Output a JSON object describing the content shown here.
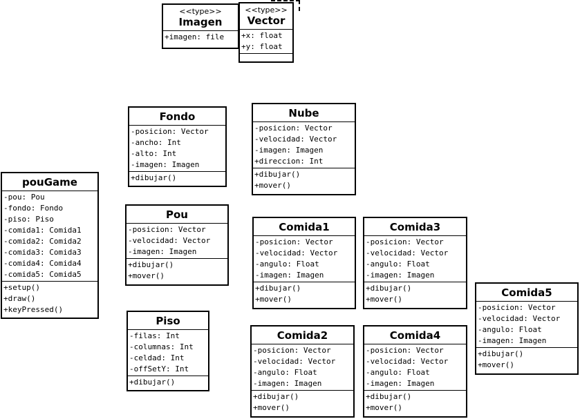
{
  "diagram": {
    "classes": {
      "imagen": {
        "stereotype": "<<type>>",
        "name": "Imagen",
        "attributes": [
          "+imagen: file"
        ],
        "methods": []
      },
      "vector": {
        "stereotype": "<<type>>",
        "name": "Vector",
        "attributes": [
          "+x: float",
          "+y: float"
        ],
        "methods": []
      },
      "fondo": {
        "name": "Fondo",
        "attributes": [
          "-posicion: Vector",
          "-ancho: Int",
          "-alto: Int",
          "-imagen: Imagen"
        ],
        "methods": [
          "+dibujar()"
        ]
      },
      "nube": {
        "name": "Nube",
        "attributes": [
          "-posicion: Vector",
          "-velocidad: Vector",
          "-imagen: Imagen",
          "+direccion: Int"
        ],
        "methods": [
          "+dibujar()",
          "+mover()"
        ]
      },
      "pougame": {
        "name": "pouGame",
        "attributes": [
          "-pou: Pou",
          "-fondo: Fondo",
          "-piso: Piso",
          "-comida1: Comida1",
          "-comida2: Comida2",
          "-comida3: Comida3",
          "-comida4: Comida4",
          "-comida5: Comida5"
        ],
        "methods": [
          "+setup()",
          "+draw()",
          "+keyPressed()"
        ]
      },
      "pou": {
        "name": "Pou",
        "attributes": [
          "-posicion: Vector",
          "-velocidad: Vector",
          "-imagen: Imagen"
        ],
        "methods": [
          "+dibujar()",
          "+mover()"
        ]
      },
      "comida1": {
        "name": "Comida1",
        "attributes": [
          "-posicion: Vector",
          "-velocidad: Vector",
          "-angulo: Float",
          "-imagen: Imagen"
        ],
        "methods": [
          "+dibujar()",
          "+mover()"
        ]
      },
      "comida3": {
        "name": "Comida3",
        "attributes": [
          "-posicion: Vector",
          "-velocidad: Vector",
          "-angulo: Float",
          "-imagen: Imagen"
        ],
        "methods": [
          "+dibujar()",
          "+mover()"
        ]
      },
      "comida5": {
        "name": "Comida5",
        "attributes": [
          "-posicion: Vector",
          "-velocidad: Vector",
          "-angulo: Float",
          "-imagen: Imagen"
        ],
        "methods": [
          "+dibujar()",
          "+mover()"
        ]
      },
      "piso": {
        "name": "Piso",
        "attributes": [
          "-filas: Int",
          "-columnas: Int",
          "-celdad: Int",
          "-offSetY: Int"
        ],
        "methods": [
          "+dibujar()"
        ]
      },
      "comida2": {
        "name": "Comida2",
        "attributes": [
          "-posicion: Vector",
          "-velocidad: Vector",
          "-angulo: Float",
          "-imagen: Imagen"
        ],
        "methods": [
          "+dibujar()",
          "+mover()"
        ]
      },
      "comida4": {
        "name": "Comida4",
        "attributes": [
          "-posicion: Vector",
          "-velocidad: Vector",
          "-angulo: Float",
          "-imagen: Imagen"
        ],
        "methods": [
          "+dibujar()",
          "+mover()"
        ]
      }
    }
  }
}
